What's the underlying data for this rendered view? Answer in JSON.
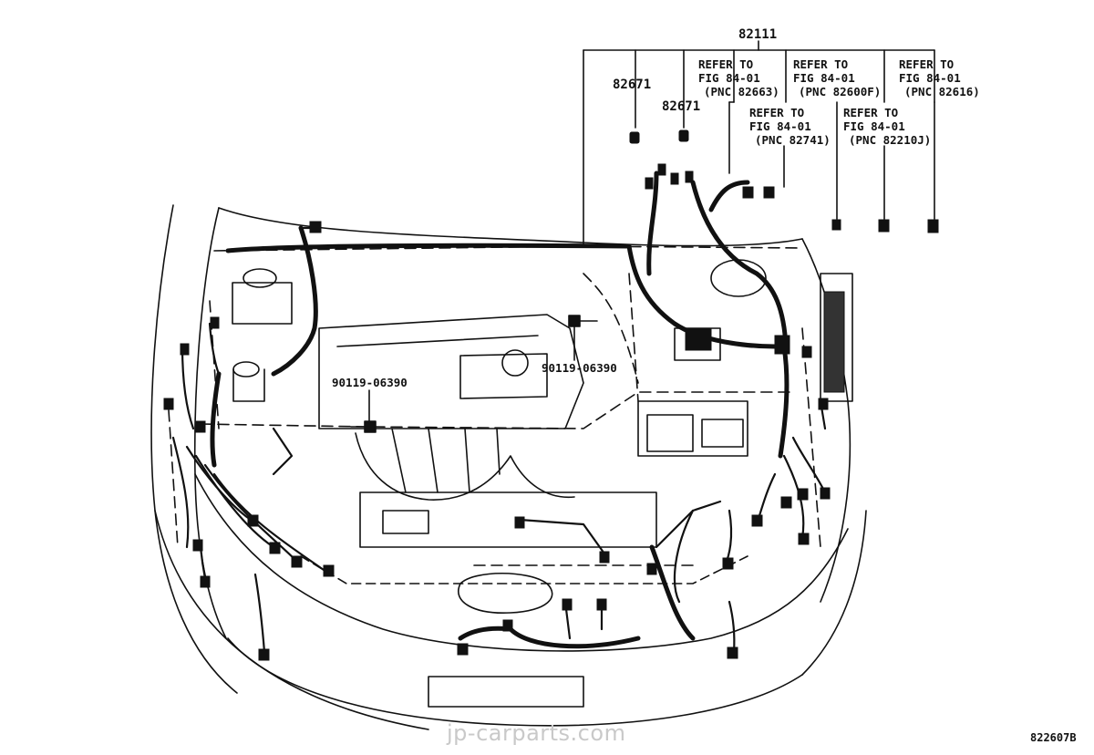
{
  "labels": {
    "main_part": "82111",
    "left_part_a": "82671",
    "left_part_b": "82671",
    "bolt_left": "90119-06390",
    "bolt_right": "90119-06390"
  },
  "refer_blocks": [
    {
      "line1": "REFER TO",
      "line2": "FIG 84-01",
      "line3": "(PNC 82663)"
    },
    {
      "line1": "REFER TO",
      "line2": "FIG 84-01",
      "line3": "(PNC 82600F)"
    },
    {
      "line1": "REFER TO",
      "line2": "FIG 84-01",
      "line3": "(PNC 82616)"
    },
    {
      "line1": "REFER TO",
      "line2": "FIG 84-01",
      "line3": "(PNC 82741)"
    },
    {
      "line1": "REFER TO",
      "line2": "FIG 84-01",
      "line3": "(PNC 82210J)"
    }
  ],
  "watermark": "jp-carparts.com",
  "figure_number": "822607B",
  "colors": {
    "line": "#111111",
    "watermark": "#c9c9c9",
    "background": "#ffffff"
  }
}
